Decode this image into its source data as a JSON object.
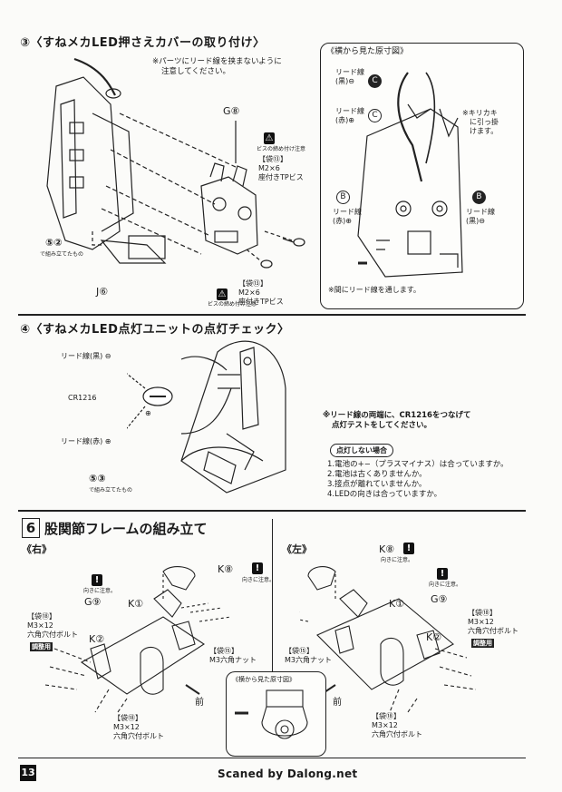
{
  "section3": {
    "title": "③〈すねメカLED押さえカバーの取り付け〉",
    "note_line1": "※パーツにリード線を挟まないように",
    "note_line2": "注意してください。",
    "part_g8": "G⑧",
    "bag13_a": "【袋⑬】",
    "screw_a_1": "M2×6",
    "screw_a_2": "座付きTPビス",
    "bag13_b": "【袋⑬】",
    "screw_b_1": "M2×6",
    "screw_b_2": "座付きTPビス",
    "ref5_2": "⑤②",
    "ref5_2_sub": "で組み立てたもの",
    "part_j6": "J⑥",
    "icon_caption": "ビスの締め付け注意"
  },
  "inset_side": {
    "title": "《横から見た原寸図》",
    "lead_black": "リード線",
    "lead_black_2": "(黒)",
    "lead_red": "リード線",
    "lead_red_2": "(赤)",
    "hook_1": "※キリカキ",
    "hook_2": "に引っ掛",
    "hook_3": "けます。",
    "b_left_1": "リード線",
    "b_left_2": "(赤)",
    "b_right_1": "リード線",
    "b_right_2": "(黒)",
    "through": "※間にリード線を通します。",
    "marker_c": "C",
    "marker_b": "B",
    "plus": "⊕",
    "minus": "⊖"
  },
  "section4": {
    "title": "④〈すねメカLED点灯ユニットの点灯チェック〉",
    "lead_black": "リード線(黒) ⊖",
    "cr1216": "CR1216",
    "lead_red": "リード線(赤) ⊕",
    "ref5_3": "⑤③",
    "ref5_3_sub": "で組み立てたもの",
    "plus_label": "⊕",
    "note_1": "※リード線の両端に、CR1216をつなげて",
    "note_2": "点灯テストをしてください。",
    "fail_title": "点灯しない場合",
    "check_items": [
      "1.電池の+−（プラスマイナス）は合っていますか。",
      "2.電池は古くありませんか。",
      "3.接点が離れていませんか。",
      "4.LEDの向きは合っていますか。"
    ]
  },
  "section6": {
    "num": "6",
    "title": "股関節フレームの組み立て",
    "right_label": "《右》",
    "left_label": "《左》",
    "k8": "K⑧",
    "orient": "向きに注意。",
    "g9": "G⑨",
    "k1": "K①",
    "k2": "K②",
    "bag18_top": "【袋⑱】",
    "bolt_1": "M3×12",
    "bolt_2": "六角穴付ボルト",
    "adjust": "調整用",
    "bag15": "【袋⑮】",
    "nut": "M3六角ナット",
    "bag18_bottom": "【袋⑱】",
    "front": "前",
    "inset_title": "《横から見た原寸図》"
  },
  "footer": {
    "page": "13",
    "credit": "Scaned by Dalong.net"
  }
}
